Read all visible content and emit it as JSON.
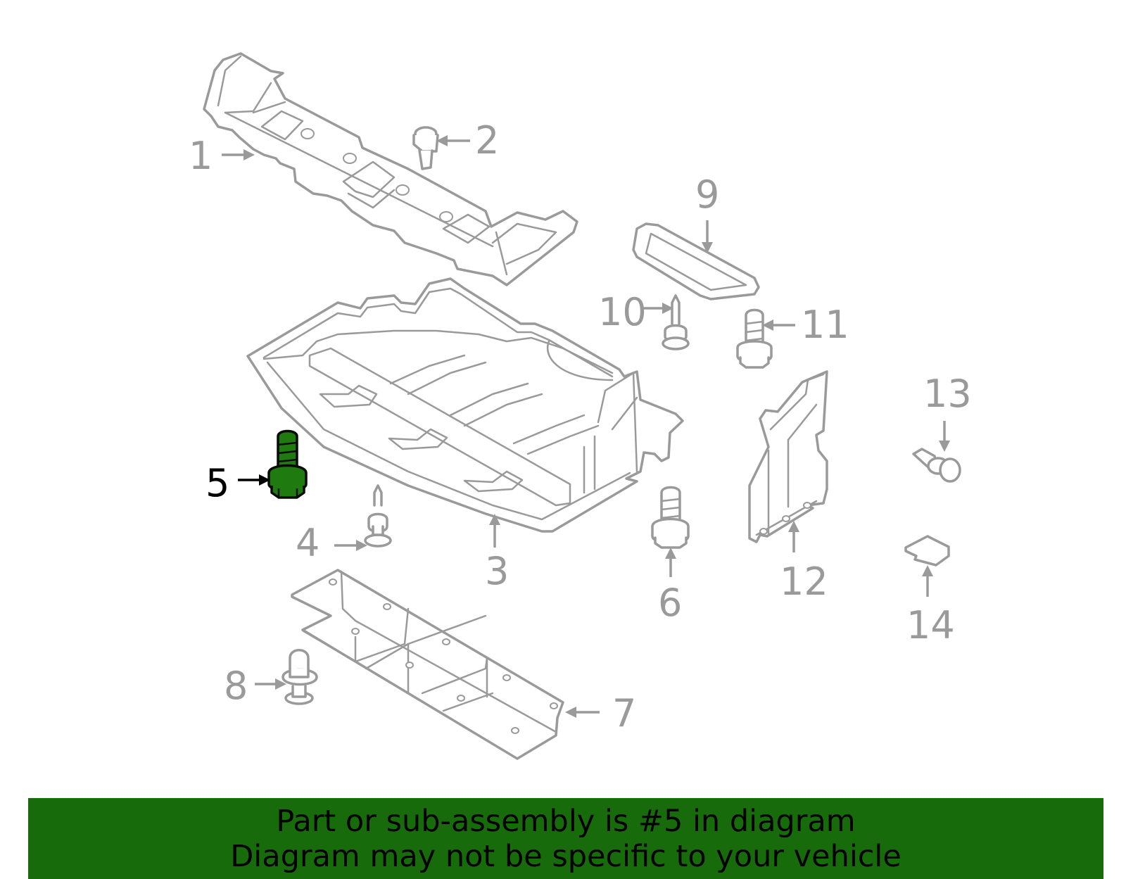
{
  "diagram": {
    "callouts": [
      {
        "number": "1"
      },
      {
        "number": "2"
      },
      {
        "number": "3"
      },
      {
        "number": "4"
      },
      {
        "number": "5"
      },
      {
        "number": "6"
      },
      {
        "number": "7"
      },
      {
        "number": "8"
      },
      {
        "number": "9"
      },
      {
        "number": "10"
      },
      {
        "number": "11"
      },
      {
        "number": "12"
      },
      {
        "number": "13"
      },
      {
        "number": "14"
      }
    ],
    "highlighted_part": "5",
    "colors": {
      "line_art": "#9a9a9a",
      "highlight_part": "#1f7a0f",
      "banner_background": "#176b0b"
    }
  },
  "banner": {
    "line1": "Part or sub-assembly is #5 in diagram",
    "line2": "Diagram may not be specific to your vehicle"
  }
}
